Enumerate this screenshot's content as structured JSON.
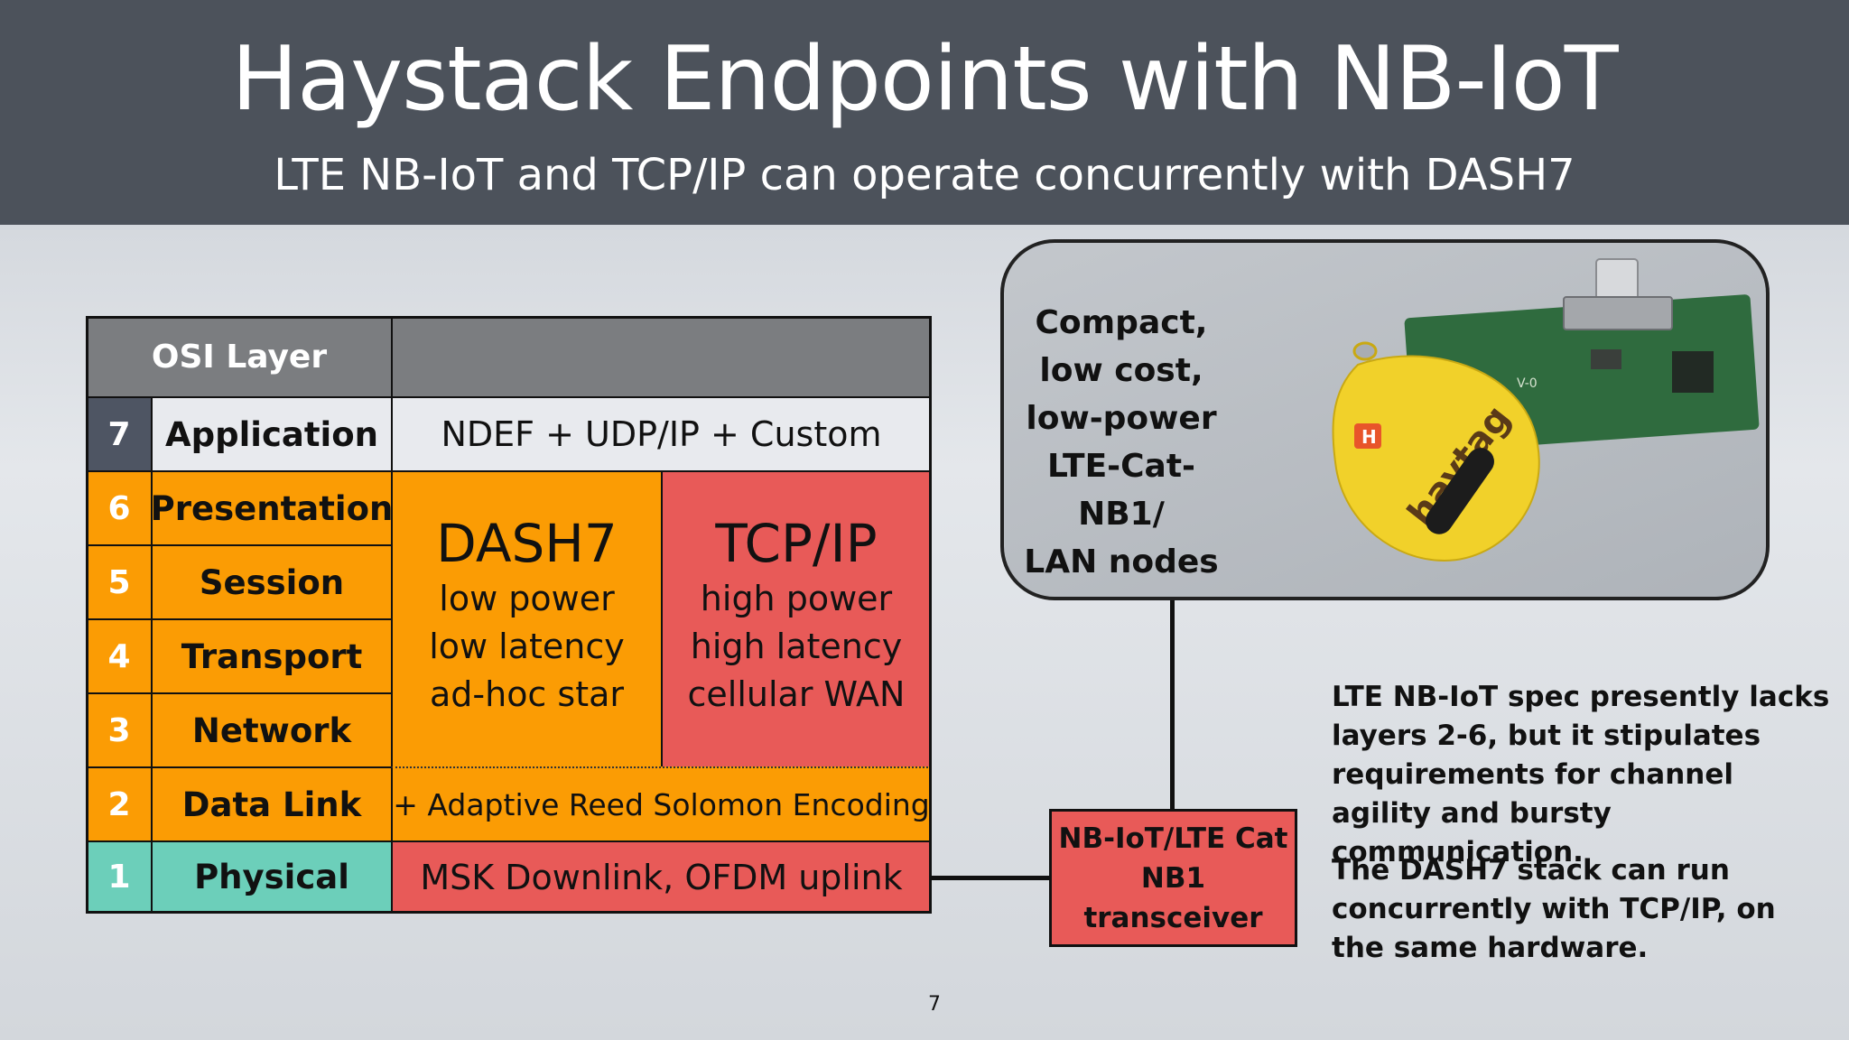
{
  "slide": {
    "title": "Haystack Endpoints with NB-IoT",
    "subtitle": "LTE NB-IoT and TCP/IP can operate concurrently with DASH7",
    "page_number": "7"
  },
  "osi_table": {
    "header": "OSI Layer",
    "layers": [
      {
        "number": "7",
        "name": "Application"
      },
      {
        "number": "6",
        "name": "Presentation"
      },
      {
        "number": "5",
        "name": "Session"
      },
      {
        "number": "4",
        "name": "Transport"
      },
      {
        "number": "3",
        "name": "Network"
      },
      {
        "number": "2",
        "name": "Data Link"
      },
      {
        "number": "1",
        "name": "Physical"
      }
    ],
    "application_protocols": "NDEF + UDP/IP + Custom",
    "dash7": {
      "title": "DASH7",
      "lines": [
        "low power",
        "low latency",
        "ad-hoc star"
      ]
    },
    "tcpip": {
      "title": "TCP/IP",
      "lines": [
        "high power",
        "high latency",
        "cellular WAN"
      ]
    },
    "data_link_note": "+ Adaptive Reed Solomon Encoding",
    "physical_note": "MSK Downlink, OFDM uplink"
  },
  "device_card": {
    "lines": [
      "Compact,",
      "low cost,",
      "low-power",
      "LTE-Cat-NB1/",
      "LAN nodes"
    ],
    "tag_brand": "haytag",
    "tag_logo": "H",
    "board_marking": "V-0"
  },
  "transceiver": {
    "lines": [
      "NB-IoT/LTE Cat",
      "NB1 transceiver"
    ]
  },
  "notes": [
    "LTE NB-IoT spec presently lacks layers 2-6, but it stipulates requirements for channel agility and bursty communication.",
    "The DASH7 stack can run concurrently with TCP/IP, on the same hardware."
  ],
  "colors": {
    "header_bg": "#4c525b",
    "table_header": "#7b7d80",
    "layer7_num": "#4e5563",
    "application_bg": "#e8eaee",
    "orange": "#fb9c04",
    "red": "#e85a58",
    "teal": "#6ccfba",
    "tag_yellow": "#f1d12a"
  }
}
